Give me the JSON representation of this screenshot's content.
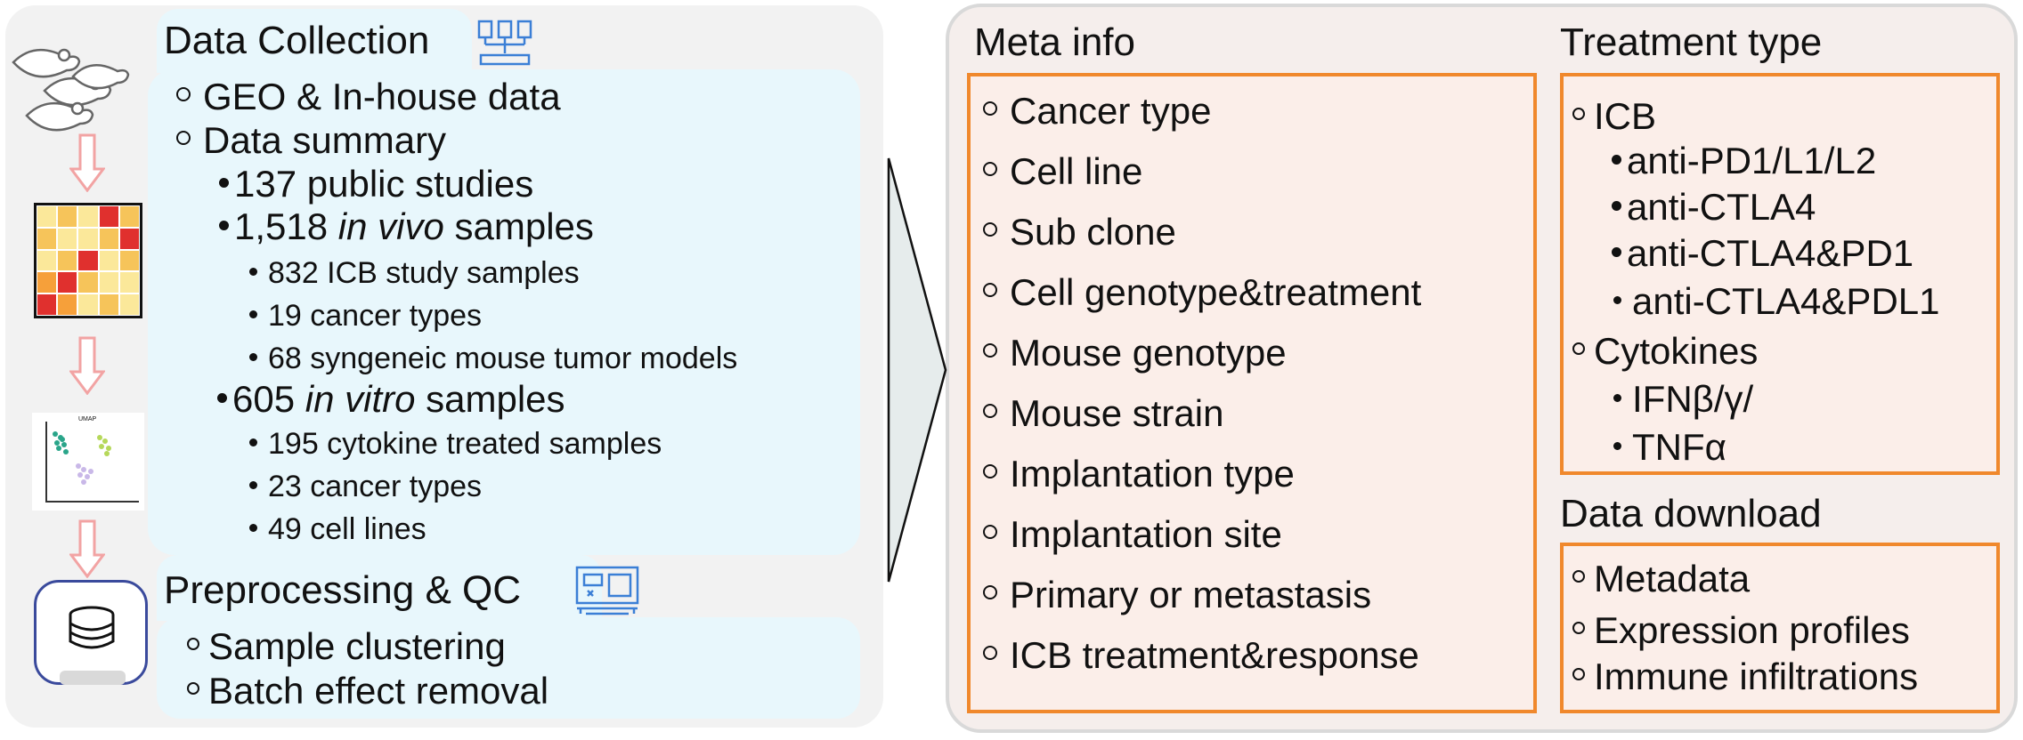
{
  "data_collection": {
    "title": "Data Collection",
    "items": [
      {
        "label": "GEO & In-house data"
      },
      {
        "label": "Data summary"
      }
    ],
    "summary": {
      "public_studies": "137 public studies",
      "in_vivo_count": "1,518",
      "in_vivo_word": "in vivo",
      "in_vivo_suffix": "samples",
      "in_vivo_sub": [
        "832 ICB study samples",
        "19 cancer types",
        "68 syngeneic mouse tumor models"
      ],
      "in_vitro_count": "605",
      "in_vitro_word": "in vitro",
      "in_vitro_suffix": "samples",
      "in_vitro_sub": [
        "195 cytokine treated samples",
        "23 cancer types",
        "49 cell lines"
      ]
    }
  },
  "preprocessing": {
    "title": "Preprocessing & QC",
    "items": [
      "Sample clustering",
      "Batch effect removal"
    ]
  },
  "umap_label": "UMAP",
  "meta_info": {
    "title": "Meta info",
    "items": [
      "Cancer type",
      "Cell line",
      "Sub clone",
      "Cell genotype&treatment",
      "Mouse genotype",
      "Mouse strain",
      "Implantation type",
      "Implantation site",
      "Primary or metastasis",
      "ICB treatment&response"
    ]
  },
  "treatment_type": {
    "title": "Treatment type",
    "icb": "ICB",
    "icb_items": [
      "anti-PD1/L1/L2",
      "anti-CTLA4",
      "anti-CTLA4&PD1",
      "anti-CTLA4&PDL1"
    ],
    "cytokines": "Cytokines",
    "cytokine_items": [
      "IFNβ/γ/",
      "TNFα"
    ]
  },
  "data_download": {
    "title": "Data download",
    "items": [
      "Metadata",
      "Expression profiles",
      "Immune infiltrations"
    ]
  },
  "colors": {
    "orange_border": "#f0882c",
    "light_blue": "#e8f7fc",
    "icon_blue": "#3b7fd6",
    "arrow_pink": "#f2a3a3"
  }
}
